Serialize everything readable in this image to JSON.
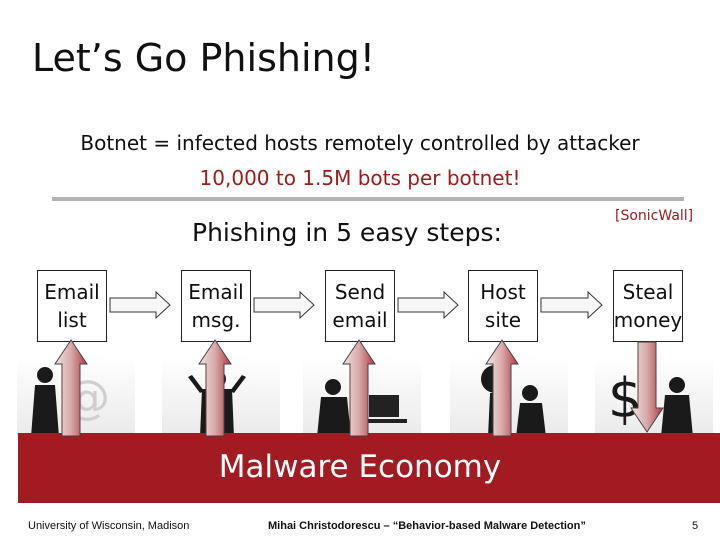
{
  "slide": {
    "title": "Let’s Go Phishing!",
    "line1": "Botnet = infected hosts remotely controlled by attacker",
    "line2": "10,000 to 1.5M bots per botnet!",
    "steps_heading": "Phishing in 5 easy steps:",
    "source": "[SonicWall]"
  },
  "steps": [
    {
      "label": "Email\nlist"
    },
    {
      "label": "Email\nmsg."
    },
    {
      "label": "Send\nemail"
    },
    {
      "label": "Host\nsite"
    },
    {
      "label": "Steal\nmoney"
    }
  ],
  "images": [
    {
      "icon": "person-with-at-sign-icon"
    },
    {
      "icon": "person-thinking-icon"
    },
    {
      "icon": "person-at-computer-icon"
    },
    {
      "icon": "person-at-globe-icon"
    },
    {
      "icon": "person-with-dollar-sign-icon"
    }
  ],
  "economy": {
    "label": "Malware Economy"
  },
  "footer": {
    "left": "University of Wisconsin, Madison",
    "center": "Mihai Christodorescu – “Behavior-based Malware Detection”",
    "page": "5"
  },
  "colors": {
    "accent_red": "#a21a22",
    "text_red": "#9c1b1b",
    "divider_gray": "#b4b4b4"
  }
}
